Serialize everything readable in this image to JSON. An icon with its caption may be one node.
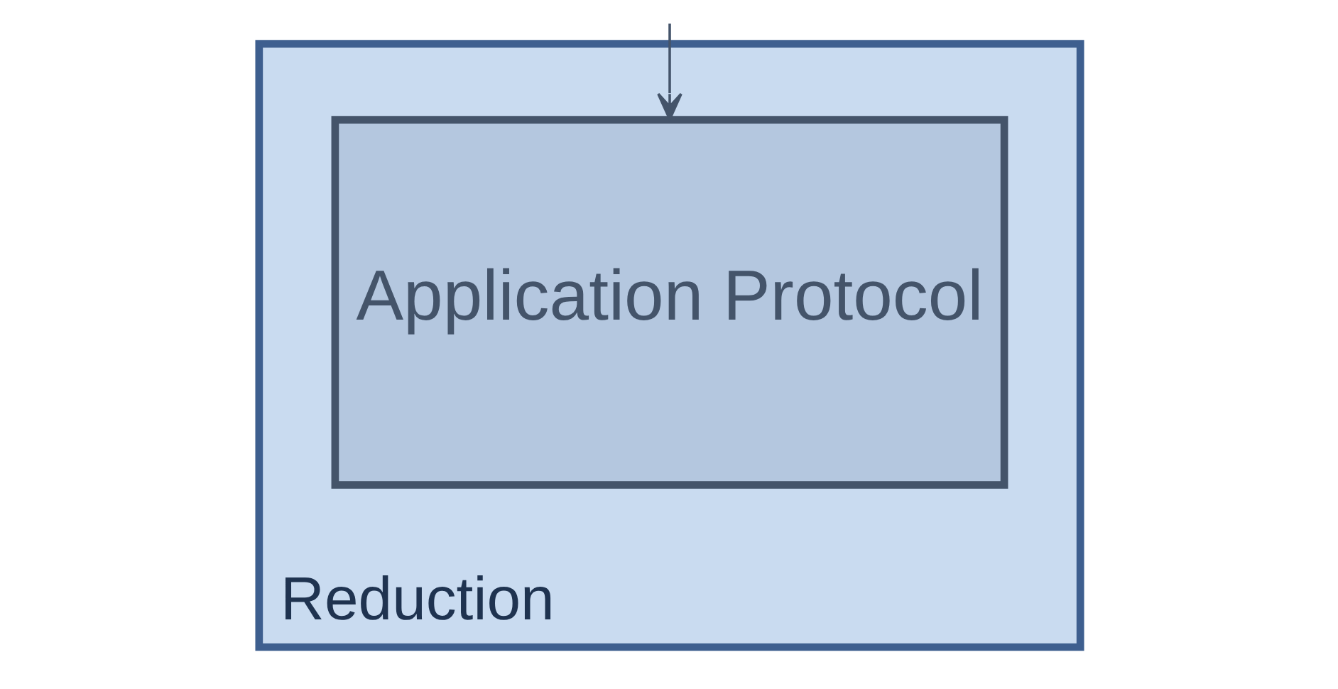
{
  "diagram": {
    "nodes": [
      {
        "text": [
          "Reduction"
        ]
      },
      {
        "text": [
          "Application Protocol"
        ],
        "in": 0
      }
    ],
    "edges": [
      {
        "from": null,
        "to": 1,
        "arrow": "to"
      }
    ]
  }
}
